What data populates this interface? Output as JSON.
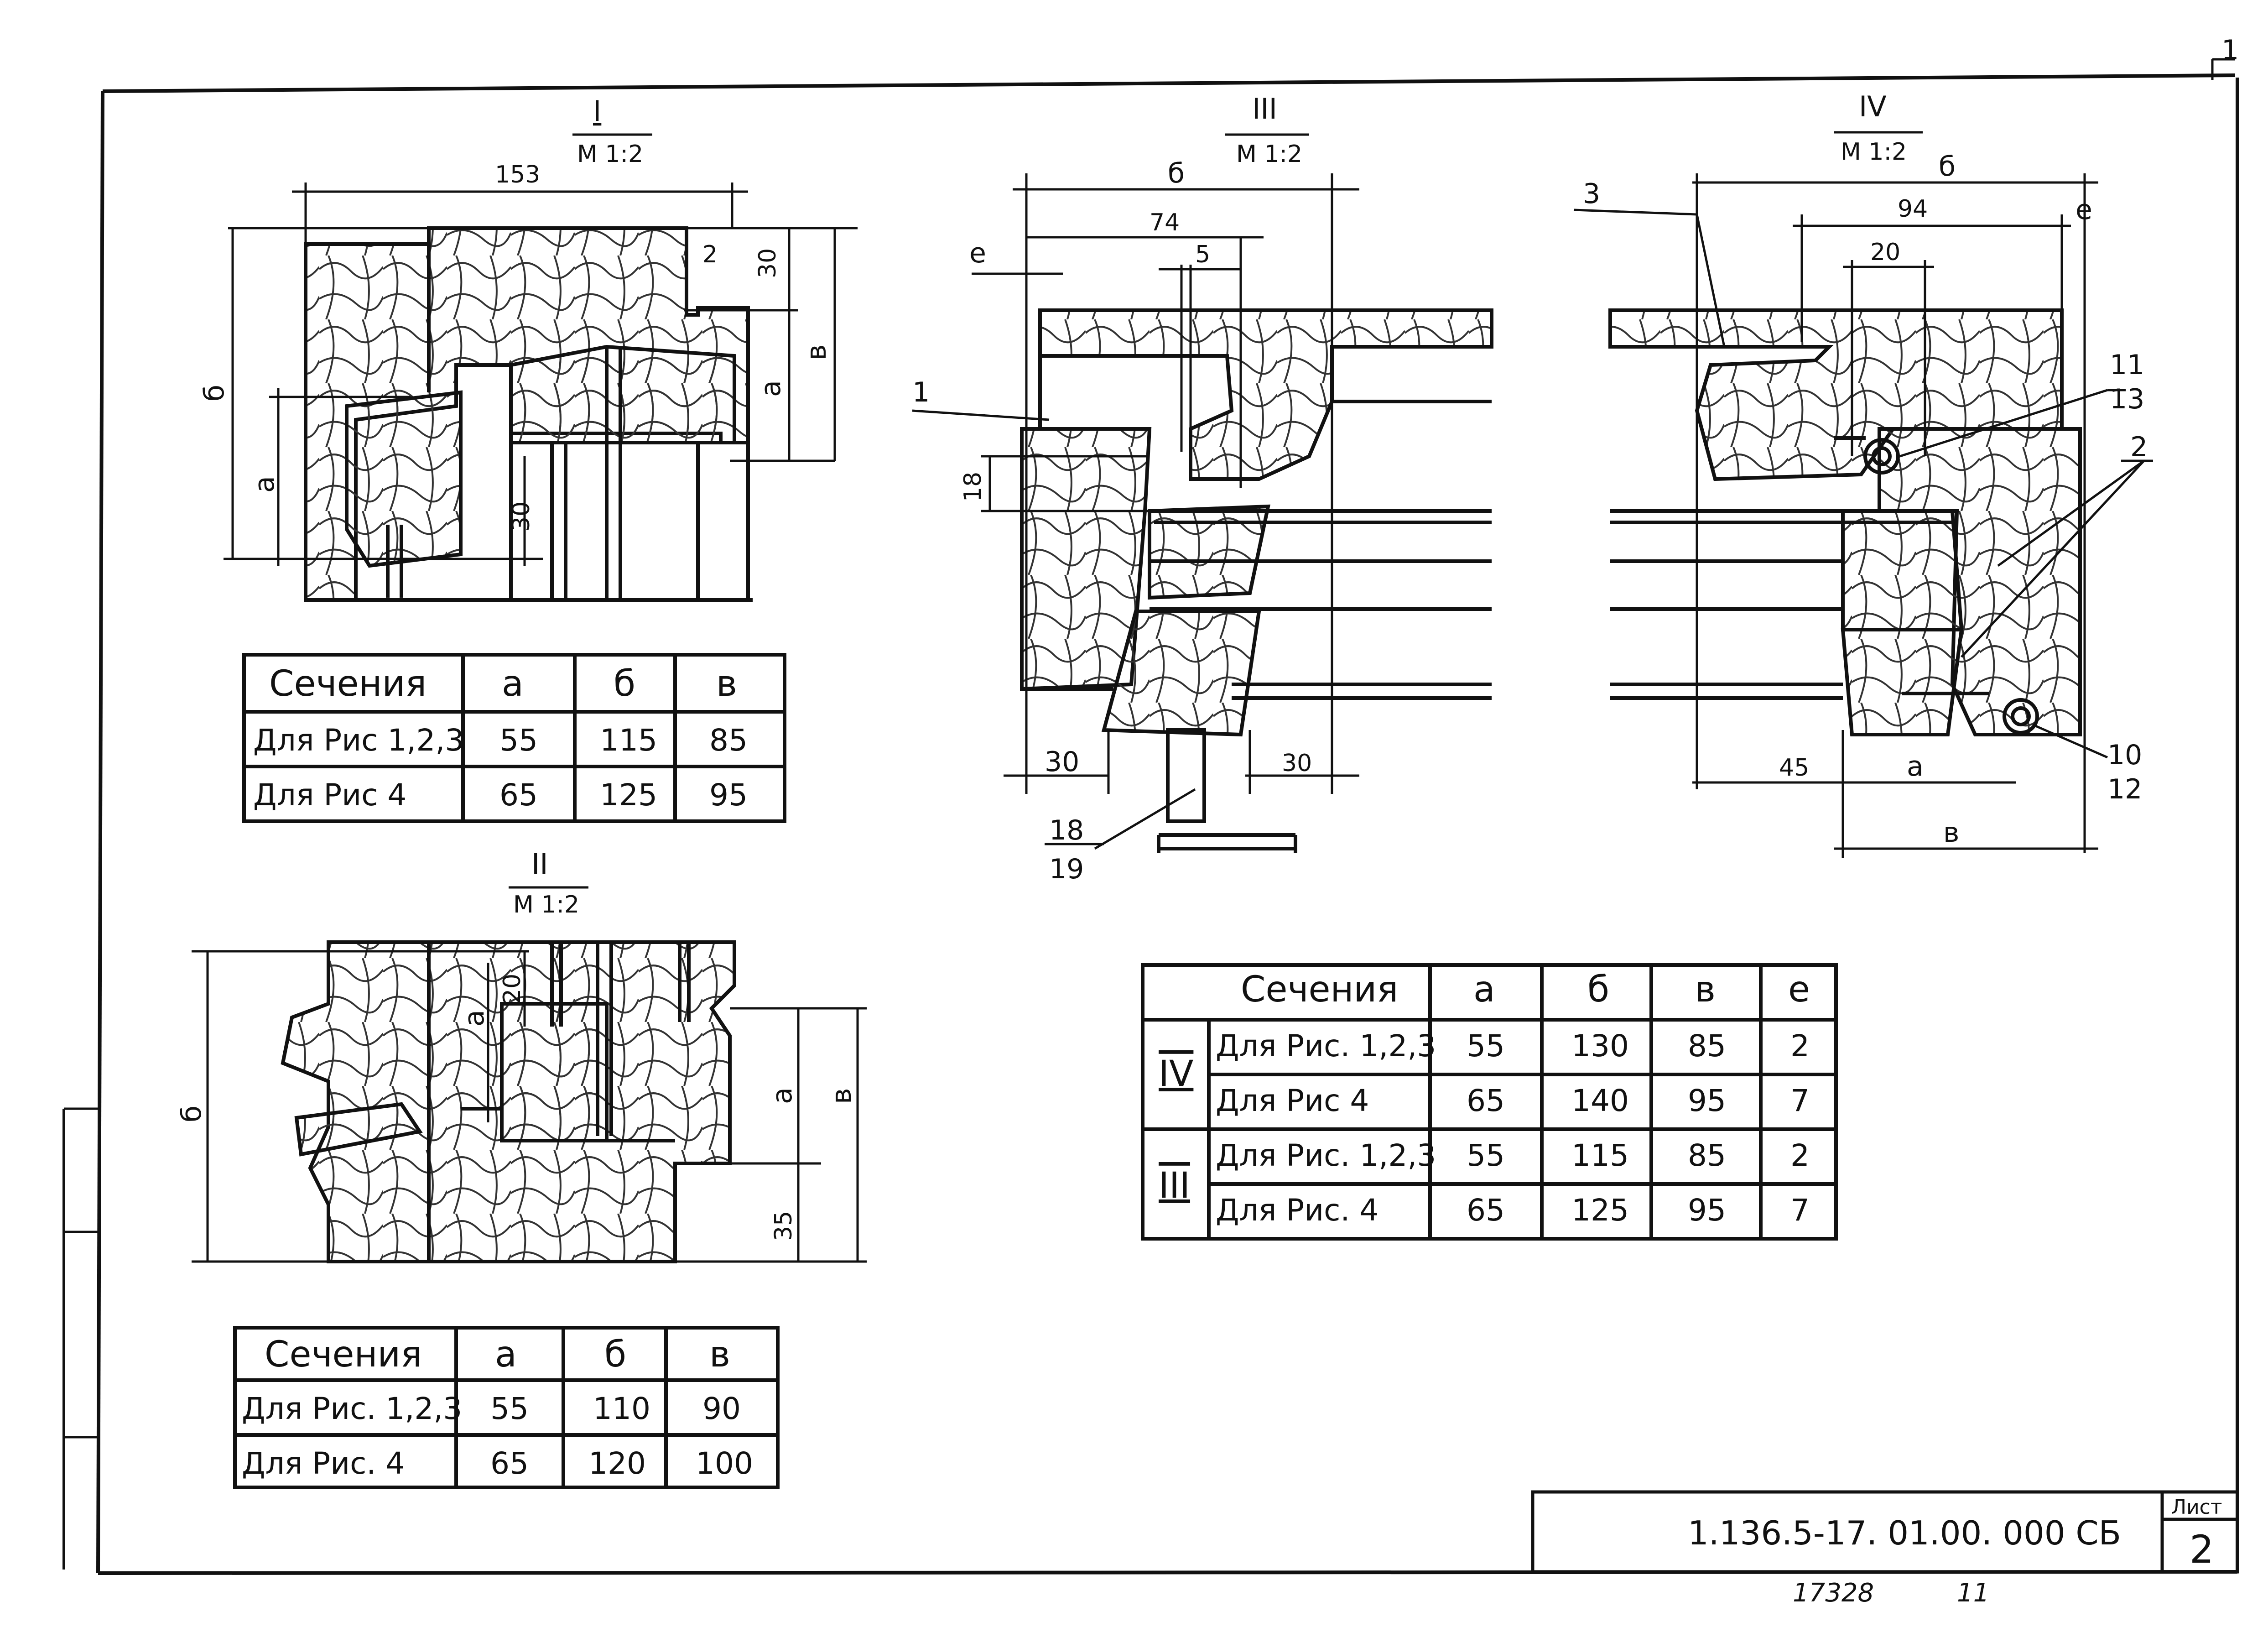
{
  "sheet": {
    "corner_mark": "1",
    "doc_code": "1.136.5-17. 01.00. 000 СБ",
    "list_label": "Лист",
    "list_number": "2",
    "stamp": "17328",
    "stamp_suffix": "11"
  },
  "section_I": {
    "title": "I",
    "scale": "М 1:2",
    "dims": {
      "overall": "153",
      "top": "30",
      "gap": "2",
      "lower": "30",
      "a": "а",
      "b": "б",
      "v": "в"
    },
    "table": {
      "headers": [
        "Сечения",
        "а",
        "б",
        "в"
      ],
      "rows": [
        [
          "Для Рис 1,2,3",
          "55",
          "115",
          "85"
        ],
        [
          "Для Рис 4",
          "65",
          "125",
          "95"
        ]
      ]
    }
  },
  "section_II": {
    "title": "II",
    "scale": "М 1:2",
    "dims": {
      "small": "20",
      "bottom": "35",
      "a": "а",
      "b": "б",
      "v": "в"
    },
    "table": {
      "headers": [
        "Сечения",
        "а",
        "б",
        "в"
      ],
      "rows": [
        [
          "Для Рис. 1,2,3",
          "55",
          "110",
          "90"
        ],
        [
          "Для Рис. 4",
          "65",
          "120",
          "100"
        ]
      ]
    }
  },
  "section_III": {
    "title": "III",
    "scale": "М 1:2",
    "dims": {
      "b": "б",
      "w74": "74",
      "e": "е",
      "w5": "5",
      "h18": "18",
      "w30l": "30",
      "w30r": "30"
    },
    "callouts": [
      "1",
      "18",
      "19"
    ]
  },
  "section_IV": {
    "title": "IV",
    "scale": "М 1:2",
    "dims": {
      "b": "б",
      "w94": "94",
      "e": "е",
      "w20": "20",
      "w45": "45",
      "a": "а",
      "v": "в"
    },
    "callouts": [
      "3",
      "11",
      "13",
      "2",
      "10",
      "12"
    ]
  },
  "table_III_IV": {
    "headers": [
      "Сечения",
      "а",
      "б",
      "в",
      "е"
    ],
    "groups": [
      {
        "section": "IV",
        "rows": [
          [
            "Для Рис. 1,2,3",
            "55",
            "130",
            "85",
            "2"
          ],
          [
            "Для Рис 4",
            "65",
            "140",
            "95",
            "7"
          ]
        ]
      },
      {
        "section": "III",
        "rows": [
          [
            "Для Рис. 1,2,3",
            "55",
            "115",
            "85",
            "2"
          ],
          [
            "Для Рис. 4",
            "65",
            "125",
            "95",
            "7"
          ]
        ]
      }
    ]
  }
}
